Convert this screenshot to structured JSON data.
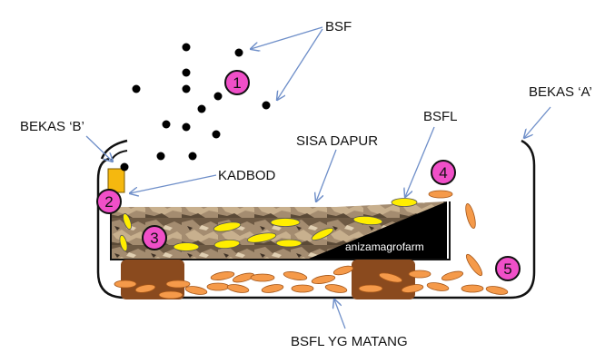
{
  "labels": {
    "bsf": "BSF",
    "bekas_b": "BEKAS ‘B’",
    "bekas_a": "BEKAS ‘A’",
    "sisa_dapur": "SISA DAPUR",
    "bsfl": "BSFL",
    "kadbod": "KADBOD",
    "bsfl_matang": "BSFL YG MATANG"
  },
  "watermark": "anizamagrofarm",
  "markers": [
    "1",
    "2",
    "3",
    "4",
    "5"
  ],
  "colors": {
    "marker_fill": "#f04fc8",
    "larva_yellow": "#ffee00",
    "larva_orange": "#f59a4a",
    "cardboard": "#f5b80f",
    "support_brown": "#8a4a1e",
    "arrow_blue": "#6f8fc9",
    "waste_texture": "#a98e72"
  }
}
